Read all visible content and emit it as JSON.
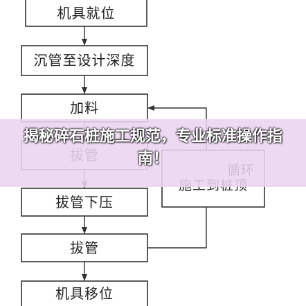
{
  "flowchart": {
    "steps": [
      {
        "label": "机具就位"
      },
      {
        "label": "沉管至设计深度"
      },
      {
        "label": "加料"
      },
      {
        "label": "拔管"
      },
      {
        "label": "拔管下压"
      },
      {
        "label": "拔管"
      },
      {
        "label": "机具移位"
      }
    ],
    "loop_box": {
      "line1": "循环",
      "line2": "施工到桩顶"
    }
  },
  "overlay": {
    "title": "揭秘碎石桩施工规范，专业标准操作指南！"
  },
  "colors": {
    "line": "#333333",
    "overlay_band": "#ecd4f0",
    "overlay_text": "#ffffff"
  }
}
